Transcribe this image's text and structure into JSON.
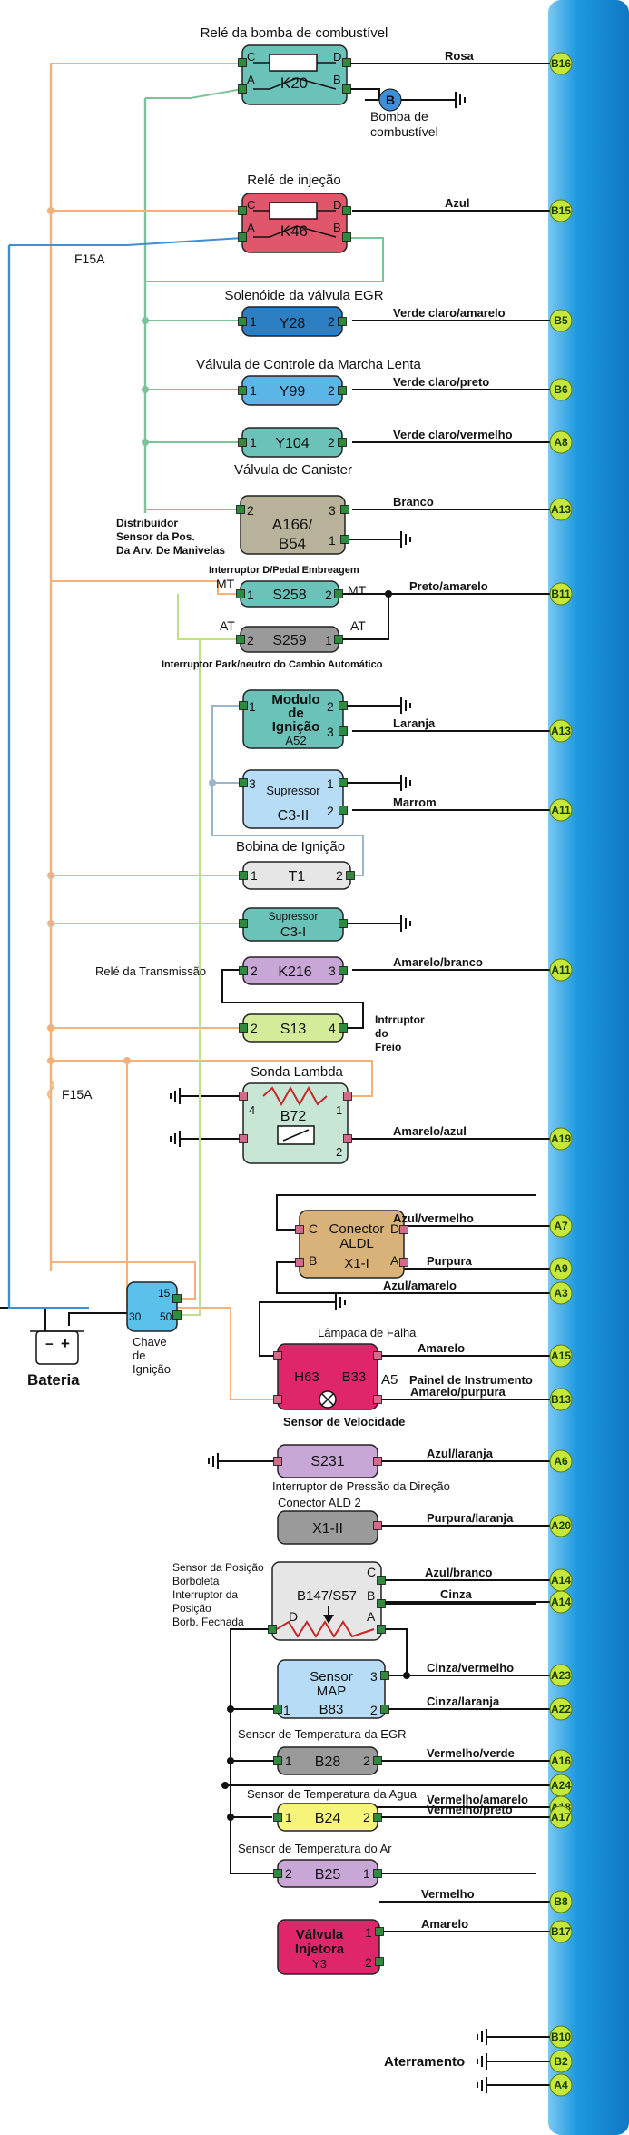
{
  "colors": {
    "bus": "#1e9ae0",
    "connector": "#c6e83a",
    "orange": "#f3b27c",
    "green": "#7cc39a",
    "lightgreen": "#bfe08a",
    "blue": "#3f8fd6",
    "steel": "#9ab6cc",
    "black": "#111111"
  },
  "fuse_label": "F15A",
  "components": [
    {
      "id": "K20",
      "label": "K20",
      "fill": "#6bc2b9",
      "title": "Relé da bomba de combustível",
      "pins": [
        "C",
        "D",
        "A",
        "B"
      ]
    },
    {
      "id": "K46",
      "label": "K46",
      "fill": "#e0566a",
      "title": "Relé de injeção",
      "pins": [
        "C",
        "D",
        "A",
        "B"
      ]
    },
    {
      "id": "Y28",
      "label": "Y28",
      "fill": "#2c7fc3",
      "title": "Solenóide da válvula  EGR",
      "pins": [
        "1",
        "2"
      ]
    },
    {
      "id": "Y99",
      "label": "Y99",
      "fill": "#5bb5e6",
      "title": "Válvula de Controle da Marcha Lenta",
      "pins": [
        "1",
        "2"
      ]
    },
    {
      "id": "Y104",
      "label": "Y104",
      "fill": "#6bc2b9",
      "title": "Válvula de Canister",
      "pins": [
        "1",
        "2"
      ]
    },
    {
      "id": "A166",
      "label1": "A166/",
      "label2": "B54",
      "fill": "#b8b29a",
      "title_lines": [
        "Distribuidor",
        "Sensor da Pos.",
        "Da Arv. De Manivelas"
      ],
      "pins": [
        "2",
        "3",
        "1"
      ]
    },
    {
      "id": "S258",
      "label": "S258",
      "fill": "#6bc2b9",
      "title": "Interruptor D/Pedal Embreagem",
      "pins": [
        "1",
        "2"
      ],
      "tags": [
        "MT",
        "MT"
      ]
    },
    {
      "id": "S259",
      "label": "S259",
      "fill": "#9a9a9a",
      "title": "Interruptor Park/neutro do Cambio Automático",
      "pins": [
        "2",
        "1"
      ],
      "tags": [
        "AT",
        "AT"
      ]
    },
    {
      "id": "A52",
      "lines": [
        "Modulo",
        "de",
        "Ignição",
        "A52"
      ],
      "fill": "#6bc2b9",
      "pins": [
        "1",
        "2",
        "3"
      ]
    },
    {
      "id": "C3II",
      "sub": "Supressor",
      "label": "C3-II",
      "fill": "#b6dcf6",
      "pins": [
        "3",
        "1",
        "2"
      ]
    },
    {
      "id": "T1",
      "label": "T1",
      "fill": "#e6e6e6",
      "title": "Bobina de Ignição",
      "pins": [
        "1",
        "2"
      ]
    },
    {
      "id": "C3I",
      "sub": "Supressor",
      "label": "C3-I",
      "fill": "#6bc2b9"
    },
    {
      "id": "K216",
      "label": "K216",
      "fill": "#c8a6d6",
      "title": "Relé da Transmissão",
      "pins": [
        "2",
        "3"
      ]
    },
    {
      "id": "S13",
      "label": "S13",
      "fill": "#d2ec9a",
      "title_lines": [
        "Intrruptor",
        "do",
        "Freio"
      ],
      "pins": [
        "2",
        "4"
      ]
    },
    {
      "id": "B72",
      "label": "B72",
      "fill": "#c8e6d6",
      "title": "Sonda Lambda",
      "pins": [
        "4",
        "1",
        "2"
      ]
    },
    {
      "id": "X1I",
      "sub": "Conector",
      "sub2": "ALDL",
      "label": "X1-I",
      "fill": "#d9b27a",
      "pins": [
        "C",
        "D",
        "B",
        "A"
      ]
    },
    {
      "id": "H63",
      "label": "H63",
      "label2": "B33",
      "fill": "#e0266a",
      "title": "Lâmpada de Falha",
      "pins": []
    },
    {
      "id": "S231",
      "label": "S231",
      "fill": "#c8a6d6",
      "title": "Interruptor de Pressão da Direção"
    },
    {
      "id": "X1II",
      "label": "X1-II",
      "fill": "#9a9a9a",
      "title": "Conector ALD 2"
    },
    {
      "id": "B147",
      "label": "B147/S57",
      "fill": "#e6e6e6",
      "title_lines": [
        "Sensor da Posição",
        "Borboleta",
        "Interruptor da",
        "Posição",
        "Borb. Fechada"
      ],
      "pins": [
        "C",
        "B",
        "D",
        "A"
      ]
    },
    {
      "id": "B83",
      "sub": "Sensor",
      "sub2": "MAP",
      "label": "B83",
      "fill": "#b6dcf6",
      "pins": [
        "3",
        "1",
        "2"
      ]
    },
    {
      "id": "B28",
      "label": "B28",
      "fill": "#9a9a9a",
      "title": "Sensor de Temperatura da  EGR",
      "pins": [
        "1",
        "2"
      ]
    },
    {
      "id": "B24",
      "label": "B24",
      "fill": "#f7f47a",
      "title": "Sensor de Temperatura da Agua",
      "pins": [
        "1",
        "2"
      ]
    },
    {
      "id": "B25",
      "label": "B25",
      "fill": "#c8a6d6",
      "title": "Sensor de Temperatura do Ar",
      "pins": [
        "2",
        "1"
      ]
    },
    {
      "id": "Y3",
      "lines": [
        "Válvula",
        "Injetora",
        "Y3"
      ],
      "fill": "#e0266a",
      "pins": [
        "1",
        "2"
      ]
    }
  ],
  "texts": {
    "pump_label_1": "Bomba de",
    "pump_label_2": "combustível",
    "pump_symbol": "B",
    "battery": "Bateria",
    "chave_1": "Chave",
    "chave_2": "de",
    "chave_3": "Ignição",
    "sw_15": "15",
    "sw_30": "30",
    "sw_50": "50",
    "a5": "A5",
    "painel": "Painel de Instrumento",
    "velocidade": "Sensor de Velocidade",
    "aterramento": "Aterramento",
    "plus": "+",
    "minus": "−"
  },
  "wire_labels": [
    {
      "text": "Rosa",
      "pin": "B16"
    },
    {
      "text": "Azul",
      "pin": "B15"
    },
    {
      "text": "Verde claro/amarelo",
      "pin": "B5"
    },
    {
      "text": "Verde claro/preto",
      "pin": "B6"
    },
    {
      "text": "Verde claro/vermelho",
      "pin": "A8"
    },
    {
      "text": "Branco",
      "pin": "A13"
    },
    {
      "text": "Preto/amarelo",
      "pin": "B11"
    },
    {
      "text": "Laranja",
      "pin": "A13"
    },
    {
      "text": "Marrom",
      "pin": "A11"
    },
    {
      "text": "Amarelo/branco",
      "pin": "A11"
    },
    {
      "text": "Amarelo/azul",
      "pin": "A19"
    },
    {
      "text": "Azul/vermelho",
      "pin": "A7"
    },
    {
      "text": "Purpura",
      "pin": "A9"
    },
    {
      "text": "Azul/amarelo",
      "pin": "A3"
    },
    {
      "text": "Amarelo",
      "pin": "A15"
    },
    {
      "text": "Amarelo/purpura",
      "pin": "B13"
    },
    {
      "text": "Azul/laranja",
      "pin": "A6"
    },
    {
      "text": "Purpura/laranja",
      "pin": "A20"
    },
    {
      "text": "Azul/branco",
      "pin": "A14"
    },
    {
      "text": "Cinza",
      "pin": "A14"
    },
    {
      "text": "Cinza/vermelho",
      "pin": "A23"
    },
    {
      "text": "Cinza/laranja",
      "pin": "A22"
    },
    {
      "text": "Vermelho/verde",
      "pin": "A16"
    },
    {
      "text": "",
      "pin": "A24"
    },
    {
      "text": "Vermelho/amarelo",
      "pin": "A18"
    },
    {
      "text": "Vermelho/preto",
      "pin": "A17"
    },
    {
      "text": "Vermelho",
      "pin": "B8"
    },
    {
      "text": "Amarelo",
      "pin": "B17"
    },
    {
      "text": "",
      "pin": "B10"
    },
    {
      "text": "",
      "pin": "B2"
    },
    {
      "text": "",
      "pin": "A4"
    }
  ]
}
